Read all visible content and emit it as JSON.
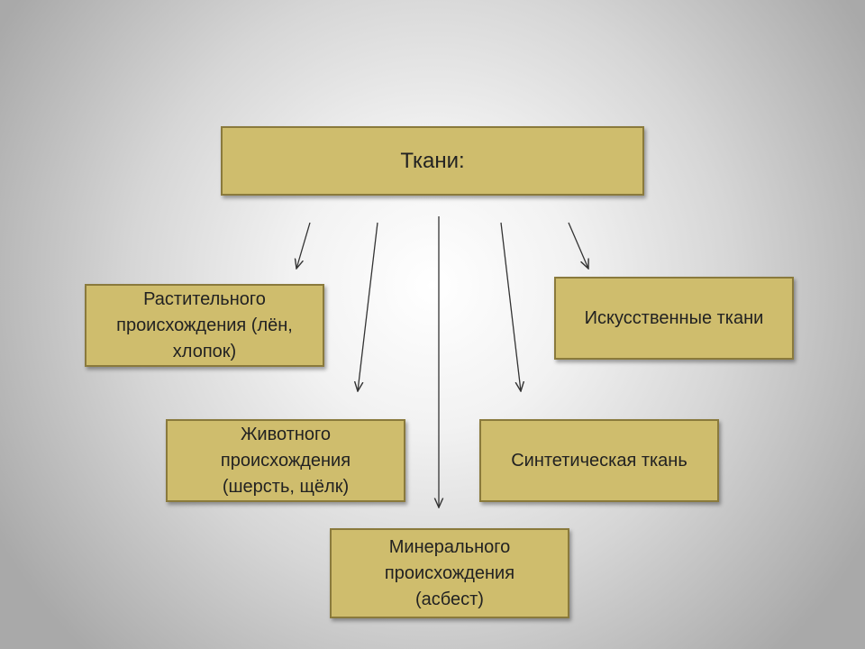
{
  "diagram": {
    "root": {
      "label": "Ткани:"
    },
    "nodes": [
      {
        "id": "plant",
        "label": "Растительного\nпроисхождения (лён,\nхлопок)"
      },
      {
        "id": "animal",
        "label": "Животного\nпроисхождения\n(шерсть, щёлк)"
      },
      {
        "id": "mineral",
        "label": "Минерального\nпроисхождения\n(асбест)"
      },
      {
        "id": "synthetic",
        "label": "Синтетическая ткань"
      },
      {
        "id": "artificial",
        "label": "Искусственные ткани"
      }
    ],
    "edges": [
      {
        "from": "root",
        "to": "plant"
      },
      {
        "from": "root",
        "to": "animal"
      },
      {
        "from": "root",
        "to": "mineral"
      },
      {
        "from": "root",
        "to": "synthetic"
      },
      {
        "from": "root",
        "to": "artificial"
      }
    ],
    "colors": {
      "box_fill": "#cfbd6d",
      "box_border": "#8a7a3c",
      "arrow": "#333333"
    }
  }
}
